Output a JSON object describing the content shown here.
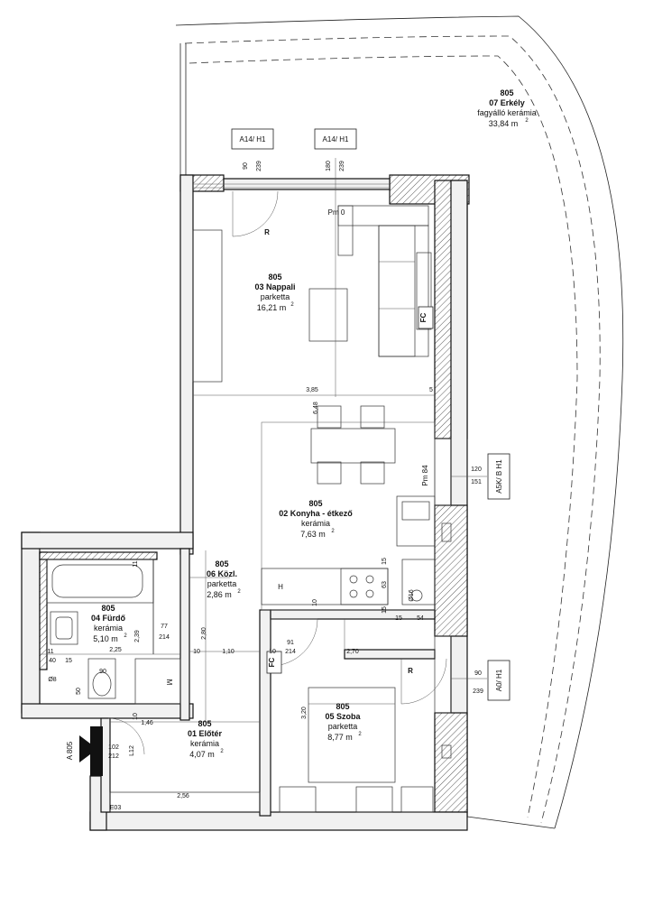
{
  "rooms": [
    {
      "id": "erkely",
      "number": "805",
      "name": "07 Erkély",
      "floor": "fagyálló kerámia",
      "area": "33,84 m",
      "unit_sup": "2"
    },
    {
      "id": "nappali",
      "number": "805",
      "name": "03 Nappali",
      "floor": "parketta",
      "area": "16,21 m",
      "unit_sup": "2"
    },
    {
      "id": "konyha",
      "number": "805",
      "name": "02 Konyha - étkező",
      "floor": "kerámia",
      "area": "7,63 m",
      "unit_sup": "2"
    },
    {
      "id": "kozl",
      "number": "805",
      "name": "06 Közl.",
      "floor": "parketta",
      "area": "2,86 m",
      "unit_sup": "2"
    },
    {
      "id": "furdo",
      "number": "805",
      "name": "04 Fürdő",
      "floor": "kerámia",
      "area": "5,10 m",
      "unit_sup": "2"
    },
    {
      "id": "szoba",
      "number": "805",
      "name": "05 Szoba",
      "floor": "parketta",
      "area": "8,77 m",
      "unit_sup": "2"
    },
    {
      "id": "eloter",
      "number": "805",
      "name": "01 Előtér",
      "floor": "kerámia",
      "area": "4,07 m",
      "unit_sup": "2"
    }
  ],
  "window_tags": {
    "a14_h1_left": "A14/ H1",
    "a14_h1_right": "A14/ H1",
    "a5k_b_h1": "A5K/ B H1",
    "a0_h1": "A0/ H1"
  },
  "entrance": {
    "label": "A 805"
  },
  "symbols": {
    "fc_living": "FC",
    "fc_hall": "FC",
    "r_living": "R",
    "r_room": "R",
    "h_kitchen": "H",
    "m_bath": "M",
    "pm0": "Pm 0",
    "pm84": "Pm 84",
    "l12": "L12",
    "e03": "E03"
  },
  "dimensions": {
    "d90_a": "90",
    "d239_a": "239",
    "d180": "180",
    "d239_b": "239",
    "d120": "120",
    "d151": "151",
    "d90_b": "90",
    "d239_c": "239",
    "d385": "3,85",
    "d648": "6,48",
    "d5": "5",
    "d239_v": "2,39",
    "d280": "2,80",
    "d77": "77",
    "d214_a": "214",
    "d225": "2,25",
    "d10_a": "10",
    "d110": "1,10",
    "d10_b": "10",
    "d91": "91",
    "d214_b": "214",
    "d270": "2,70",
    "d11_a": "11",
    "d11_b": "11",
    "d40": "40",
    "d15_a": "15",
    "d90_c": "90",
    "d50": "50",
    "d08": "Ø8",
    "d15_b": "15",
    "d63": "63",
    "d016": "Ø16",
    "d15_c": "15",
    "d15_d": "15",
    "d54": "54",
    "d10_c": "10",
    "d320": "3,20",
    "d10_d": "10",
    "d146": "1,46",
    "d102": "102",
    "d212": "212",
    "d256": "2,56"
  }
}
